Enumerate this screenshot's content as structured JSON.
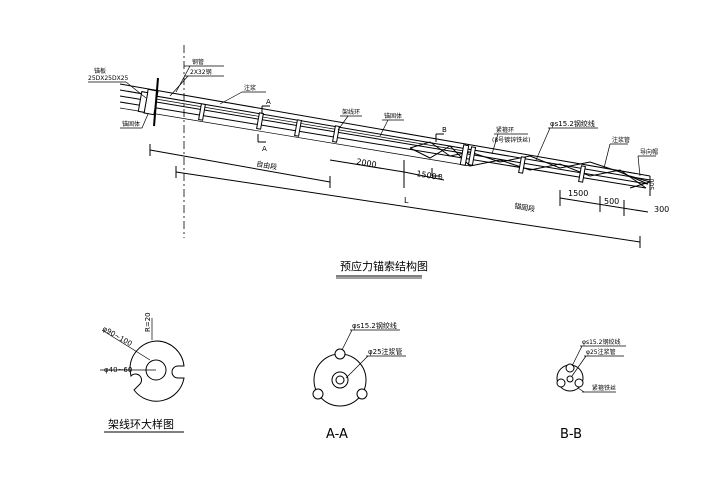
{
  "main_view": {
    "title": "预应力锚索结构图",
    "labels": {
      "anchor_plate": "25DX25DX25",
      "anchor_plate_name": "锚板",
      "steel_pipe": "钢管",
      "pipe_spec": "2X32钢",
      "grout_pipe": "注浆",
      "spacer_a": "架线环",
      "anchor_body": "锚固体",
      "free_section": "自由段",
      "anchor_section": "锚固段",
      "strand": "φs15.2钢绞线",
      "grout_pipe_b": "注浆管",
      "bundle_ring": "紧箍环",
      "grout_hole": "导向帽",
      "steel_ring": "(8号镀锌铁丝)"
    },
    "section_a": "A",
    "section_b": "B",
    "dims": {
      "d2000": "2000",
      "d1500a": "1500",
      "d1500b": "1500",
      "d500": "500",
      "d300": "300",
      "l_total": "L"
    }
  },
  "ring_detail": {
    "title": "架线环大样图",
    "outer_dia": "φ90~100",
    "radius": "R=20",
    "inner_dia": "φ40~60"
  },
  "section_aa": {
    "title": "A-A",
    "strand": "φs15.2钢绞线",
    "pipe": "φ25注浆管"
  },
  "section_bb": {
    "title": "B-B",
    "strand": "φs15.2钢绞线",
    "pipe": "φ25注浆管",
    "ring": "紧箍铁丝"
  }
}
